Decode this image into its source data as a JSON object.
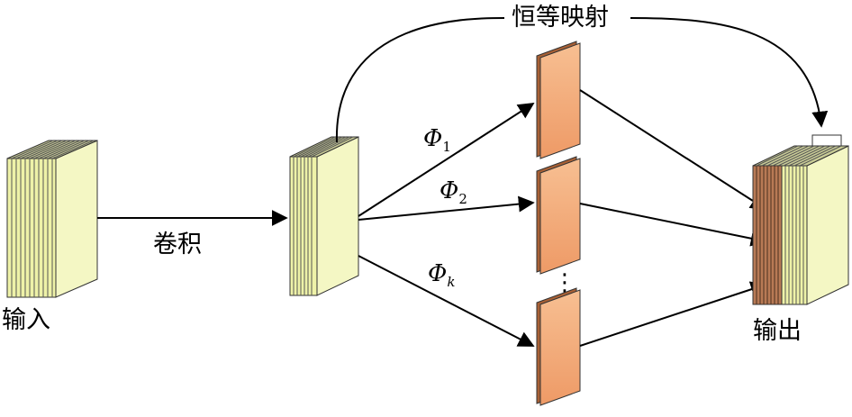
{
  "labels": {
    "input": "输入",
    "conv": "卷积",
    "identity": "恒等映射",
    "output": "输出",
    "phi_symbol": "Φ",
    "phi_1_sub": "1",
    "phi_2_sub": "2",
    "phi_k_sub": "k",
    "ellipsis": "⋮"
  },
  "colors": {
    "feature_face": "#f1f4ae",
    "feature_side": "#f4f7c4",
    "feature_top": "#c9cc96",
    "ghost_front": "#f0a070",
    "ghost_front_light": "#f6b88c",
    "ghost_side": "#b06840",
    "output_brown": "#b87a55",
    "stroke": "#333333"
  }
}
